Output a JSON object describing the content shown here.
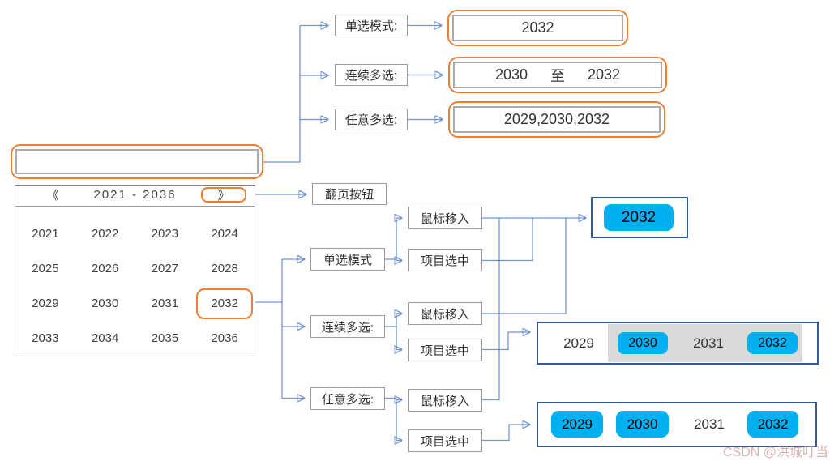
{
  "colors": {
    "accent_orange": "#ED7D31",
    "selected_cyan": "#00B0F0",
    "connector_blue": "#4472C4",
    "result_box_border": "#2E5B97",
    "range_highlight_gray": "#D9D9D9"
  },
  "annotations": {
    "modes_output": [
      {
        "label": "单选模式:",
        "value": "2032"
      },
      {
        "label": "连续多选:",
        "from": "2030",
        "separator": "至",
        "to": "2032"
      },
      {
        "label": "任意多选:",
        "value": "2029,2030,2032"
      }
    ],
    "pager": "翻页按钮",
    "mode_flows": [
      {
        "label": "单选模式",
        "hover": "鼠标移入",
        "select": "项目选中"
      },
      {
        "label": "连续多选:",
        "hover": "鼠标移入",
        "select": "项目选中"
      },
      {
        "label": "任意多选:",
        "hover": "鼠标移入",
        "select": "项目选中"
      }
    ]
  },
  "input": {
    "value": ""
  },
  "year_picker": {
    "prev_icon": "《",
    "range_label": "2021 - 2036",
    "next_icon": "》",
    "years": [
      "2021",
      "2022",
      "2023",
      "2024",
      "2025",
      "2026",
      "2027",
      "2028",
      "2029",
      "2030",
      "2031",
      "2032",
      "2033",
      "2034",
      "2035",
      "2036"
    ],
    "highlighted_year": "2032"
  },
  "results": {
    "single": {
      "year": "2032"
    },
    "range_row": {
      "years": [
        "2029",
        "2030",
        "2031",
        "2032"
      ],
      "selected": [
        "2030",
        "2032"
      ]
    },
    "multi_row": {
      "years": [
        "2029",
        "2030",
        "2031",
        "2032"
      ],
      "selected": [
        "2029",
        "2030",
        "2032"
      ]
    }
  },
  "watermark": "CSDN @洪城叮当"
}
